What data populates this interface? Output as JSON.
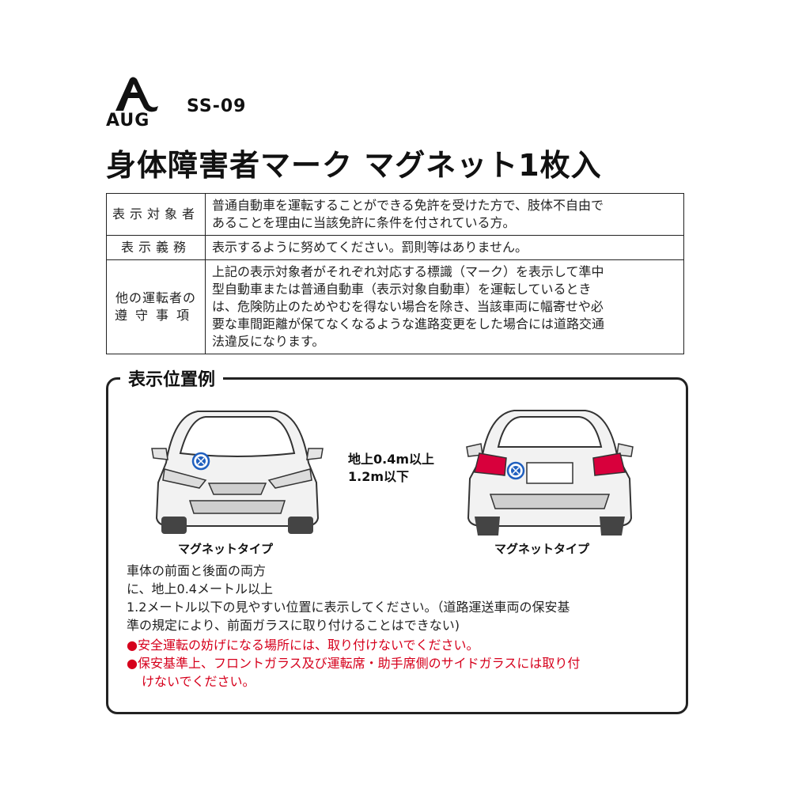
{
  "brand": {
    "logo_text": "AUG",
    "product_code": "SS-09"
  },
  "title": "身体障害者マーク マグネット1枚入",
  "info_table": [
    {
      "label": "表示対象者",
      "lines": [
        "普通自動車を運転することができる免許を受けた方で、肢体不自由で",
        "あることを理由に当該免許に条件を付されている方。"
      ]
    },
    {
      "label": "表示義務",
      "lines": [
        "表示するように努めてください。罰則等はありません。"
      ]
    },
    {
      "label_lines": [
        "他の運転者の",
        "遵守事項"
      ],
      "lines": [
        "上記の表示対象者がそれぞれ対応する標識（マーク）を表示して準中",
        "型自動車または普通自動車（表示対象自動車）を運転しているとき",
        "は、危険防止のためやむを得ない場合を除き、当該車両に幅寄せや必",
        "要な車間距離が保てなくなるような進路変更をした場合には道路交通",
        "法違反になります。"
      ]
    }
  ],
  "panel": {
    "title": "表示位置例",
    "front_caption": "マグネットタイプ",
    "rear_caption": "マグネットタイプ",
    "height_lines": [
      "地上0.4m以上",
      "1.2m以下"
    ],
    "body_lines": [
      "車体の前面と後面の両方",
      "に、地上0.4メートル以上",
      "1.2メートル以下の見やすい位置に表示してください。（道路運送車両の保安基",
      "準の規定により、前面ガラスに取り付けることはできない)"
    ],
    "warning_1": "安全運転の妨げになる場所には、取り付けないでください。",
    "warning_2_lines": [
      "保安基準上、フロントガラス及び運転席・助手席側のサイドガラスには取り付",
      "けないでください。"
    ],
    "bullet": "●"
  },
  "colors": {
    "warning": "#d6001c",
    "mark_blue": "#1f5fbf",
    "taillight": "#d8003c"
  }
}
